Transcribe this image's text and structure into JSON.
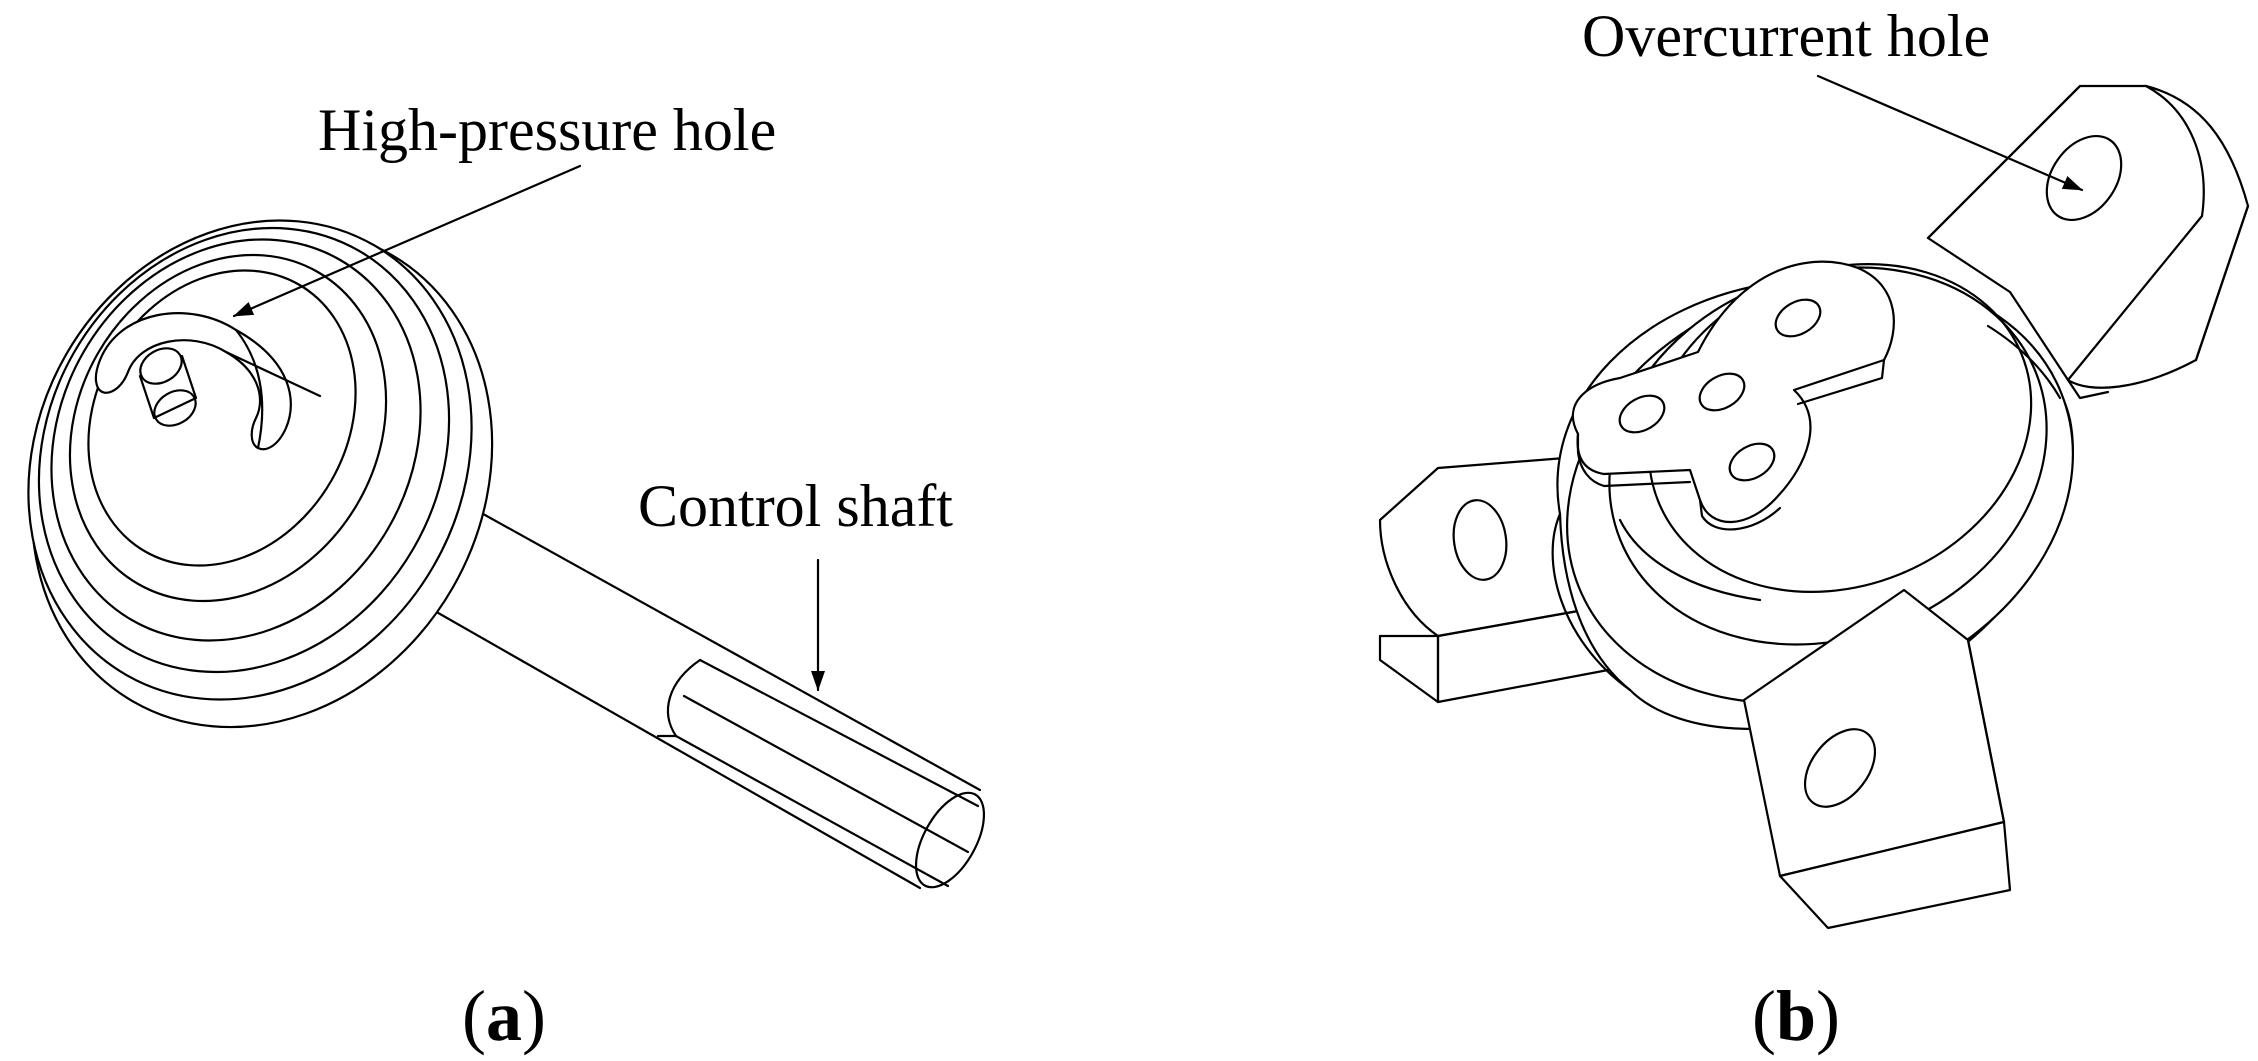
{
  "figure": {
    "panel_a": {
      "label_open": "(",
      "label_letter": "a",
      "label_close": ")",
      "callouts": {
        "high_pressure_hole": "High-pressure hole",
        "control_shaft": "Control shaft"
      }
    },
    "panel_b": {
      "label_open": "(",
      "label_letter": "b",
      "label_close": ")",
      "callouts": {
        "overcurrent_hole": "Overcurrent hole"
      }
    }
  },
  "colors": {
    "line": "#000000",
    "background": "#ffffff"
  }
}
